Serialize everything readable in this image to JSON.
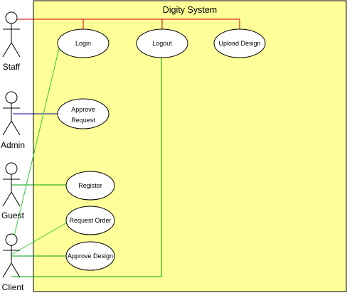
{
  "system": {
    "title": "Digity System",
    "fill": "#ffff99",
    "stroke": "#000000"
  },
  "actors": [
    {
      "id": "staff",
      "label": "Staff"
    },
    {
      "id": "admin",
      "label": "Admin"
    },
    {
      "id": "guest",
      "label": "Guest"
    },
    {
      "id": "client",
      "label": "Client"
    }
  ],
  "use_cases": [
    {
      "id": "login",
      "label": "Login"
    },
    {
      "id": "logout",
      "label": "Logout"
    },
    {
      "id": "upload_design",
      "label": "Upload Design"
    },
    {
      "id": "approve_request",
      "label": [
        "Approve",
        "Request"
      ]
    },
    {
      "id": "register",
      "label": "Register"
    },
    {
      "id": "request_order",
      "label": "Request Order"
    },
    {
      "id": "approve_design",
      "label": "Approve Design"
    }
  ],
  "associations": [
    {
      "actor": "staff",
      "use_cases": [
        "login",
        "logout",
        "upload_design"
      ],
      "color": "#cc0000"
    },
    {
      "actor": "admin",
      "use_case": "approve_request",
      "color": "#000099"
    },
    {
      "actor": "guest",
      "use_case": "register",
      "color": "#00a000"
    },
    {
      "actor": "client",
      "use_case": "login",
      "color": "#33cc33"
    },
    {
      "actor": "client",
      "use_case": "request_order",
      "color": "#33cc33"
    },
    {
      "actor": "client",
      "use_case": "approve_design",
      "color": "#00a000"
    },
    {
      "actor": "client",
      "use_case": "logout",
      "color": "#00a000"
    }
  ]
}
